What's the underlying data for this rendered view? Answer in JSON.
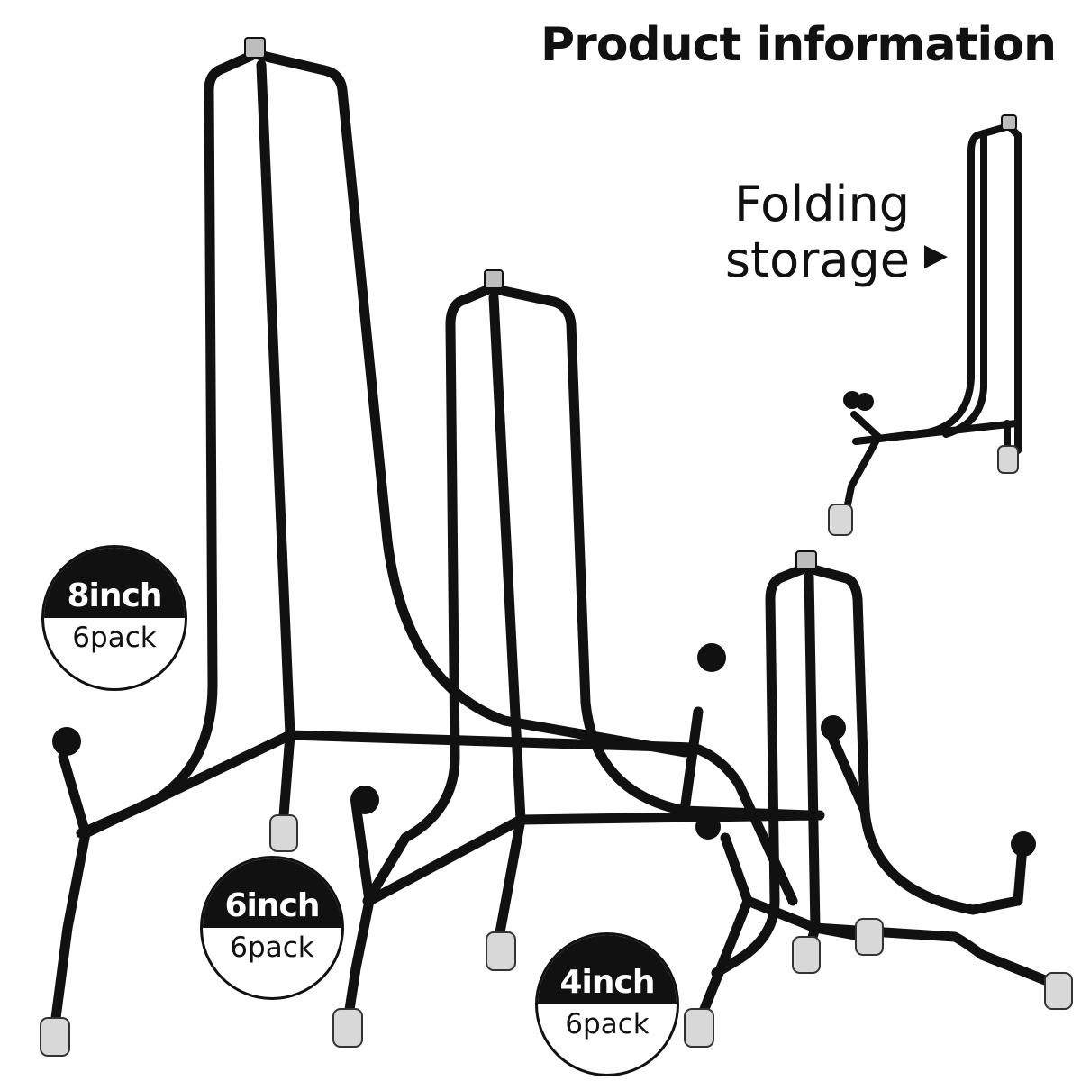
{
  "header": {
    "title": "Product information"
  },
  "callout": {
    "line1": "Folding",
    "line2": "storage",
    "arrow_glyph": "▶"
  },
  "badges": [
    {
      "size": "8inch",
      "pack": "6pack"
    },
    {
      "size": "6inch",
      "pack": "6pack"
    },
    {
      "size": "4inch",
      "pack": "6pack"
    }
  ],
  "colors": {
    "metal": "#111111",
    "background": "#ffffff",
    "foot_cap": "#d8d8d8"
  }
}
